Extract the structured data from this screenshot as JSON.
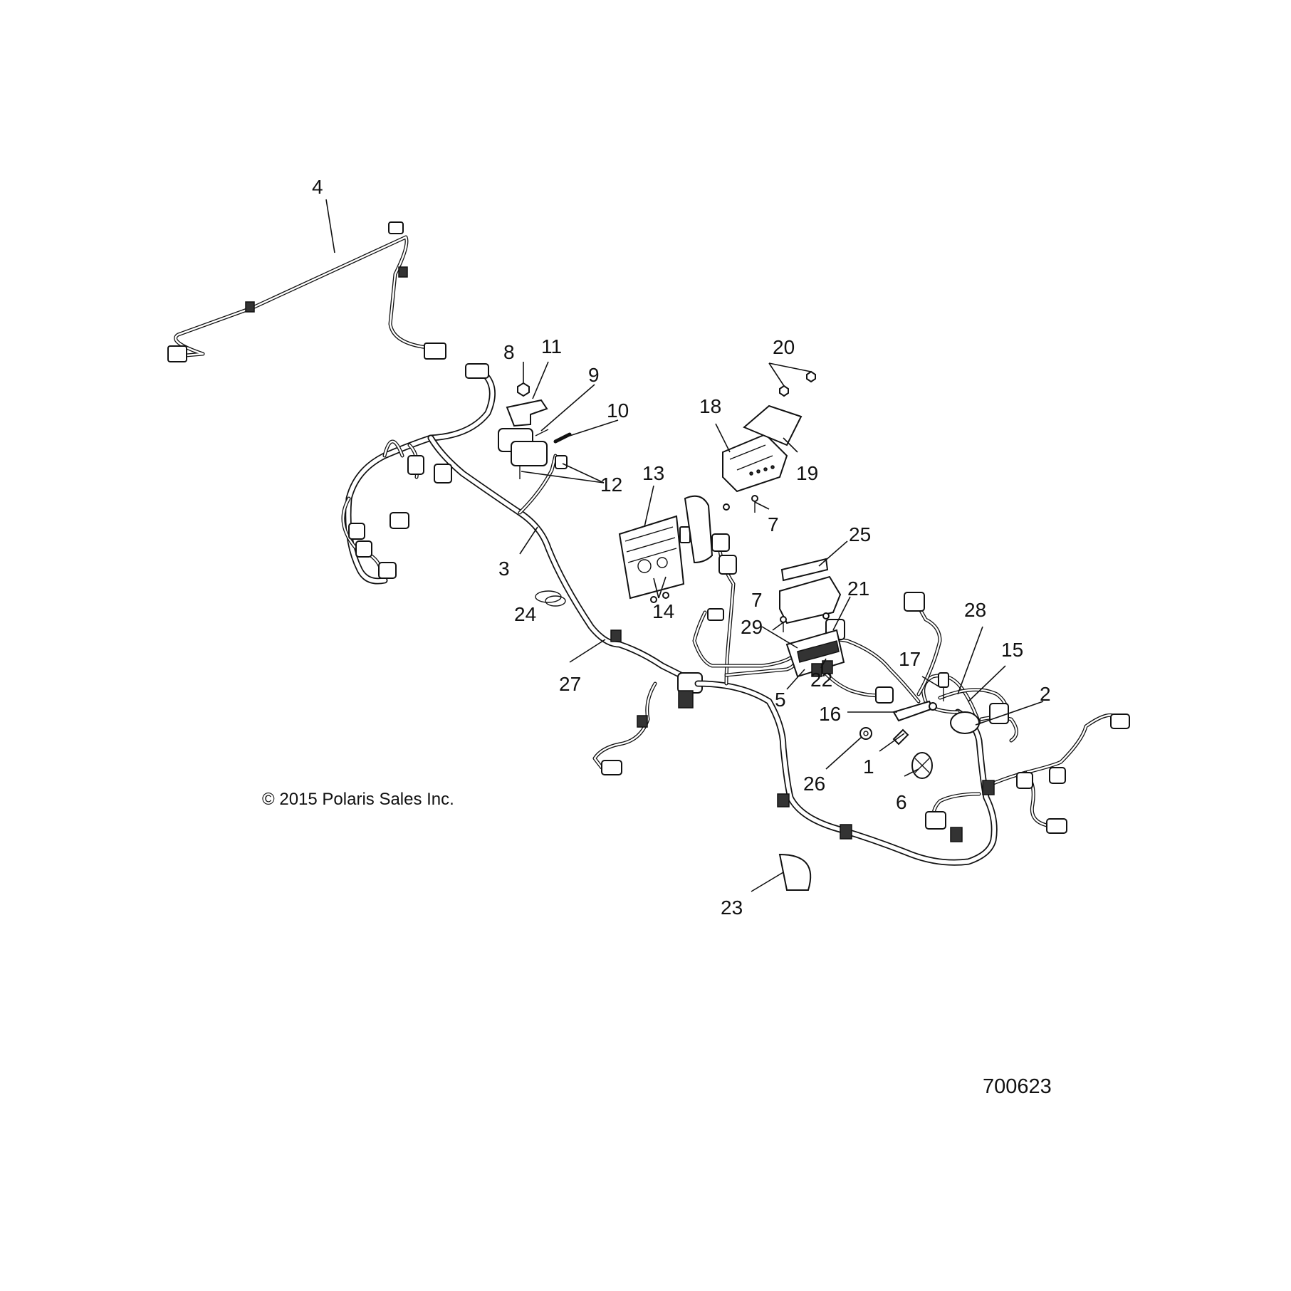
{
  "copyright": "© 2015 Polaris Sales Inc.",
  "figure_number": "700623",
  "callouts": {
    "c1": "1",
    "c2": "2",
    "c3": "3",
    "c4": "4",
    "c5": "5",
    "c6": "6",
    "c7a": "7",
    "c7b": "7",
    "c8": "8",
    "c9": "9",
    "c10": "10",
    "c11": "11",
    "c12": "12",
    "c13": "13",
    "c14": "14",
    "c15": "15",
    "c16": "16",
    "c17": "17",
    "c18": "18",
    "c19": "19",
    "c20": "20",
    "c21": "21",
    "c22": "22",
    "c23": "23",
    "c24": "24",
    "c25": "25",
    "c26": "26",
    "c27": "27",
    "c28": "28",
    "c29": "29"
  }
}
